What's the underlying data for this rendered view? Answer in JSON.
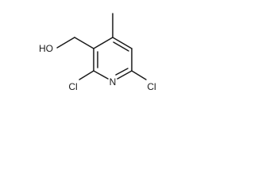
{
  "molecule": {
    "atoms": {
      "n1": "N",
      "cl_c2": "Cl",
      "cl_c6": "Cl",
      "oh": "HO"
    }
  }
}
